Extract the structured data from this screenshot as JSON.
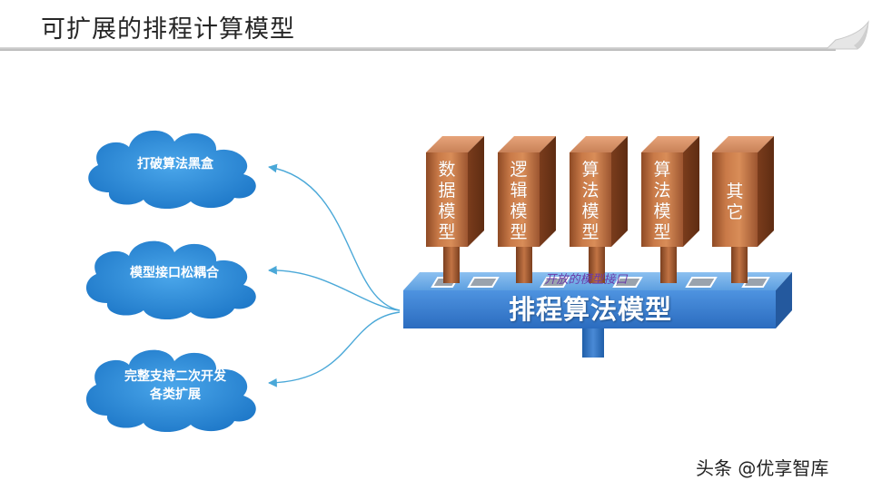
{
  "slide": {
    "title": "可扩展的排程计算模型"
  },
  "clouds": [
    {
      "label": "打破算法黑盒"
    },
    {
      "label": "模型接口松耦合"
    },
    {
      "label_line1": "完整支持二次开发",
      "label_line2": "各类扩展"
    }
  ],
  "columns": [
    {
      "chars": [
        "数",
        "据",
        "模",
        "型"
      ]
    },
    {
      "chars": [
        "逻",
        "辑",
        "模",
        "型"
      ]
    },
    {
      "chars": [
        "算",
        "法",
        "模",
        "型"
      ]
    },
    {
      "chars": [
        "算",
        "法",
        "模",
        "型"
      ]
    },
    {
      "chars": [
        "其",
        "它"
      ]
    }
  ],
  "base": {
    "label": "排程算法模型",
    "interface_label": "开放的模型接口"
  },
  "watermark": "头条 @优享智库",
  "colors": {
    "cloud": "#2e8ed8",
    "column": "#b86a3c",
    "base": "#3a7fd0",
    "arrow": "#4aa8d8"
  }
}
